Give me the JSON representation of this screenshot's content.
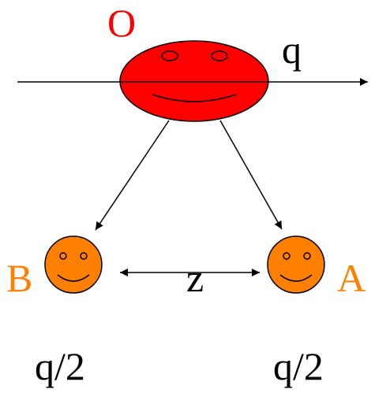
{
  "nodes": {
    "o": {
      "label": "O",
      "label_color": "#ff0000",
      "fill": "#ff0000",
      "shape": "smiley-face"
    },
    "b": {
      "label": "B",
      "label_color": "#ff8000",
      "fill": "#ff8000",
      "shape": "smiley-face"
    },
    "a": {
      "label": "A",
      "label_color": "#ff8000",
      "fill": "#ff8000",
      "shape": "smiley-face"
    }
  },
  "labels": {
    "q": "q",
    "z": "z",
    "b_value": "q/2",
    "a_value": "q/2"
  },
  "colors": {
    "line": "#000000",
    "outline": "#000000",
    "background": "#ffffff"
  }
}
